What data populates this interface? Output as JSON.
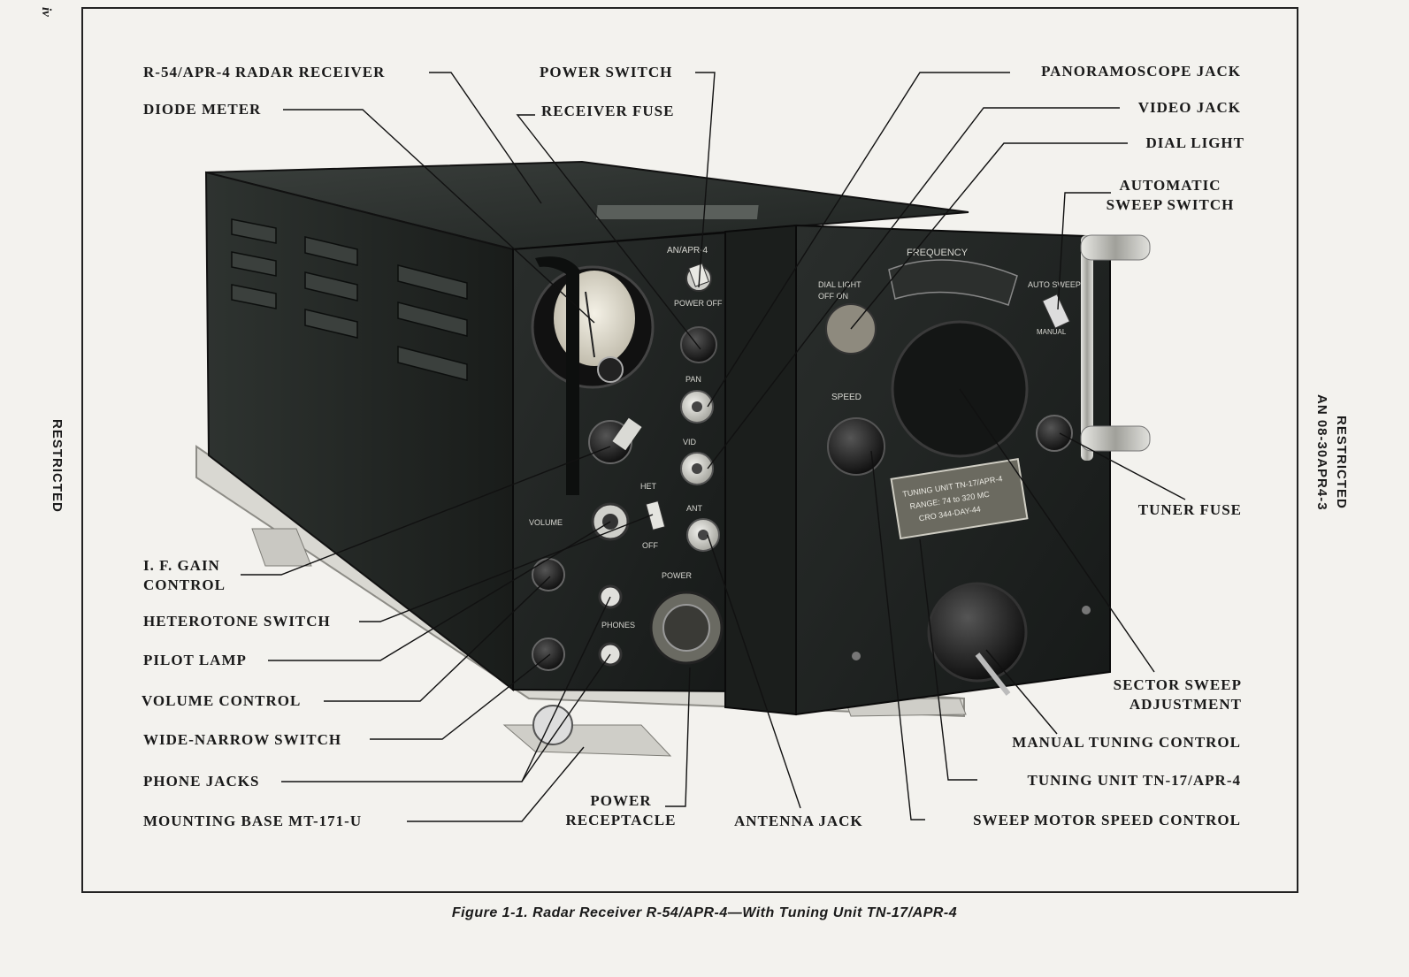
{
  "page": {
    "number": "iv",
    "left_margin": "RESTRICTED",
    "right_margin_1": "RESTRICTED",
    "right_margin_2": "AN 08-30APR4-3"
  },
  "figure": {
    "caption": "Figure 1-1. Radar Receiver R-54/APR-4—With Tuning Unit TN-17/APR-4",
    "device_markings": {
      "unit_id": "AN/APR-4",
      "frequency": "FREQUENCY",
      "dial_light": "DIAL LIGHT",
      "off_on": "OFF  ON",
      "auto_sweep": "AUTO SWEEP",
      "manual": "MANUAL",
      "speed": "SPEED",
      "power_off": "POWER OFF",
      "pan": "PAN",
      "vid": "VID",
      "ant": "ANT",
      "het": "HET",
      "off": "OFF",
      "volume": "VOLUME",
      "phones": "PHONES",
      "power": "POWER",
      "plate_1": "TUNING UNIT TN-17/APR-4",
      "plate_2": "RANGE: 74 to 320 MC",
      "plate_3": "CRO  344-DAY-44"
    },
    "callouts_left": {
      "receiver": "R-54/APR-4 RADAR RECEIVER",
      "diode_meter": "DIODE METER",
      "if_gain_1": "I. F. GAIN",
      "if_gain_2": "CONTROL",
      "heterotone": "HETEROTONE SWITCH",
      "pilot_lamp": "PILOT LAMP",
      "volume": "VOLUME CONTROL",
      "wide_narrow": "WIDE-NARROW SWITCH",
      "phone_jacks": "PHONE JACKS",
      "mounting_base": "MOUNTING BASE MT-171-U"
    },
    "callouts_center": {
      "power_switch": "POWER SWITCH",
      "receiver_fuse": "RECEIVER FUSE",
      "power_receptacle_1": "POWER",
      "power_receptacle_2": "RECEPTACLE",
      "antenna_jack": "ANTENNA JACK"
    },
    "callouts_right": {
      "panoramoscope": "PANORAMOSCOPE JACK",
      "video_jack": "VIDEO JACK",
      "dial_light": "DIAL LIGHT",
      "auto_sweep_1": "AUTOMATIC",
      "auto_sweep_2": "SWEEP SWITCH",
      "tuner_fuse": "TUNER FUSE",
      "sector_sweep_1": "SECTOR SWEEP",
      "sector_sweep_2": "ADJUSTMENT",
      "manual_tuning": "MANUAL TUNING CONTROL",
      "tuning_unit": "TUNING UNIT TN-17/APR-4",
      "sweep_motor": "SWEEP MOTOR SPEED CONTROL"
    }
  }
}
